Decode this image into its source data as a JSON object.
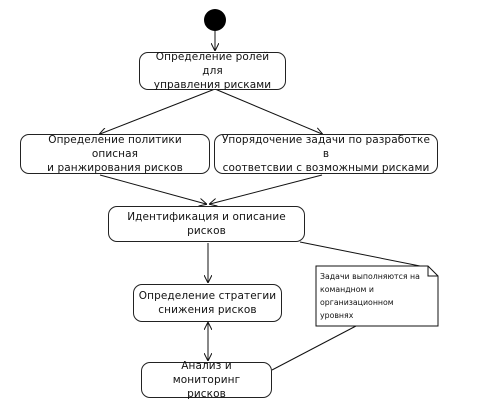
{
  "diagram": {
    "nodes": {
      "n1": "Определение ролей для\nуправления рисками",
      "n2": "Определение политики описная\nи ранжирования рисков",
      "n3": "Упорядочение задачи по разработке в\nсоответсвии с возможными рисками",
      "n4": "Идентификация и описание рисков",
      "n5": "Определение стратегии\nснижения рисков",
      "n6": "Анализ и мониторинг\nрисков"
    },
    "note": "Задачи выполняются на\nкомандном и\nорганизационном\nуровнях"
  }
}
